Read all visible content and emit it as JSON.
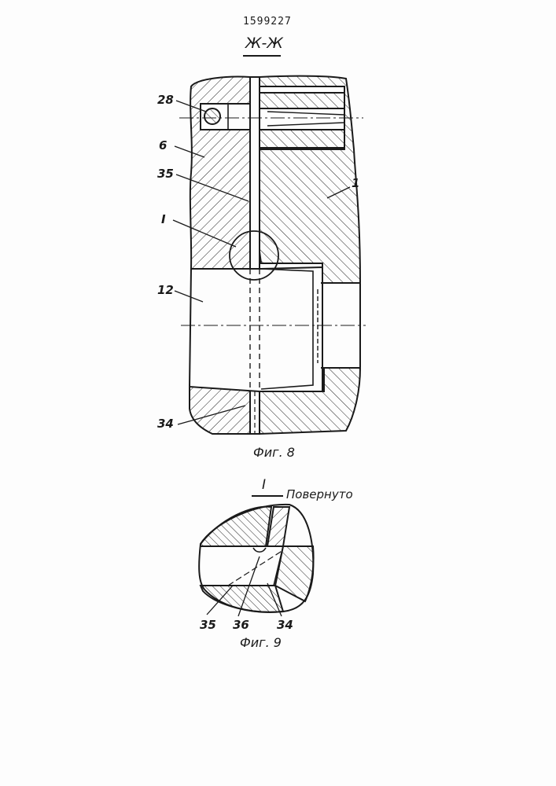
{
  "header": {
    "patent_number": "1599227"
  },
  "figure8": {
    "section_label": "Ж-Ж",
    "caption": "Фиг. 8",
    "callouts": {
      "c28": "28",
      "c6": "6",
      "c35": "35",
      "c1": "1",
      "cI": "I",
      "c12": "12",
      "c34": "34"
    }
  },
  "figure9": {
    "detail_label": "I",
    "rotated_note": "Повернуто",
    "caption": "Фиг. 9",
    "callouts": {
      "c35": "35",
      "c36": "36",
      "c34": "34"
    }
  }
}
